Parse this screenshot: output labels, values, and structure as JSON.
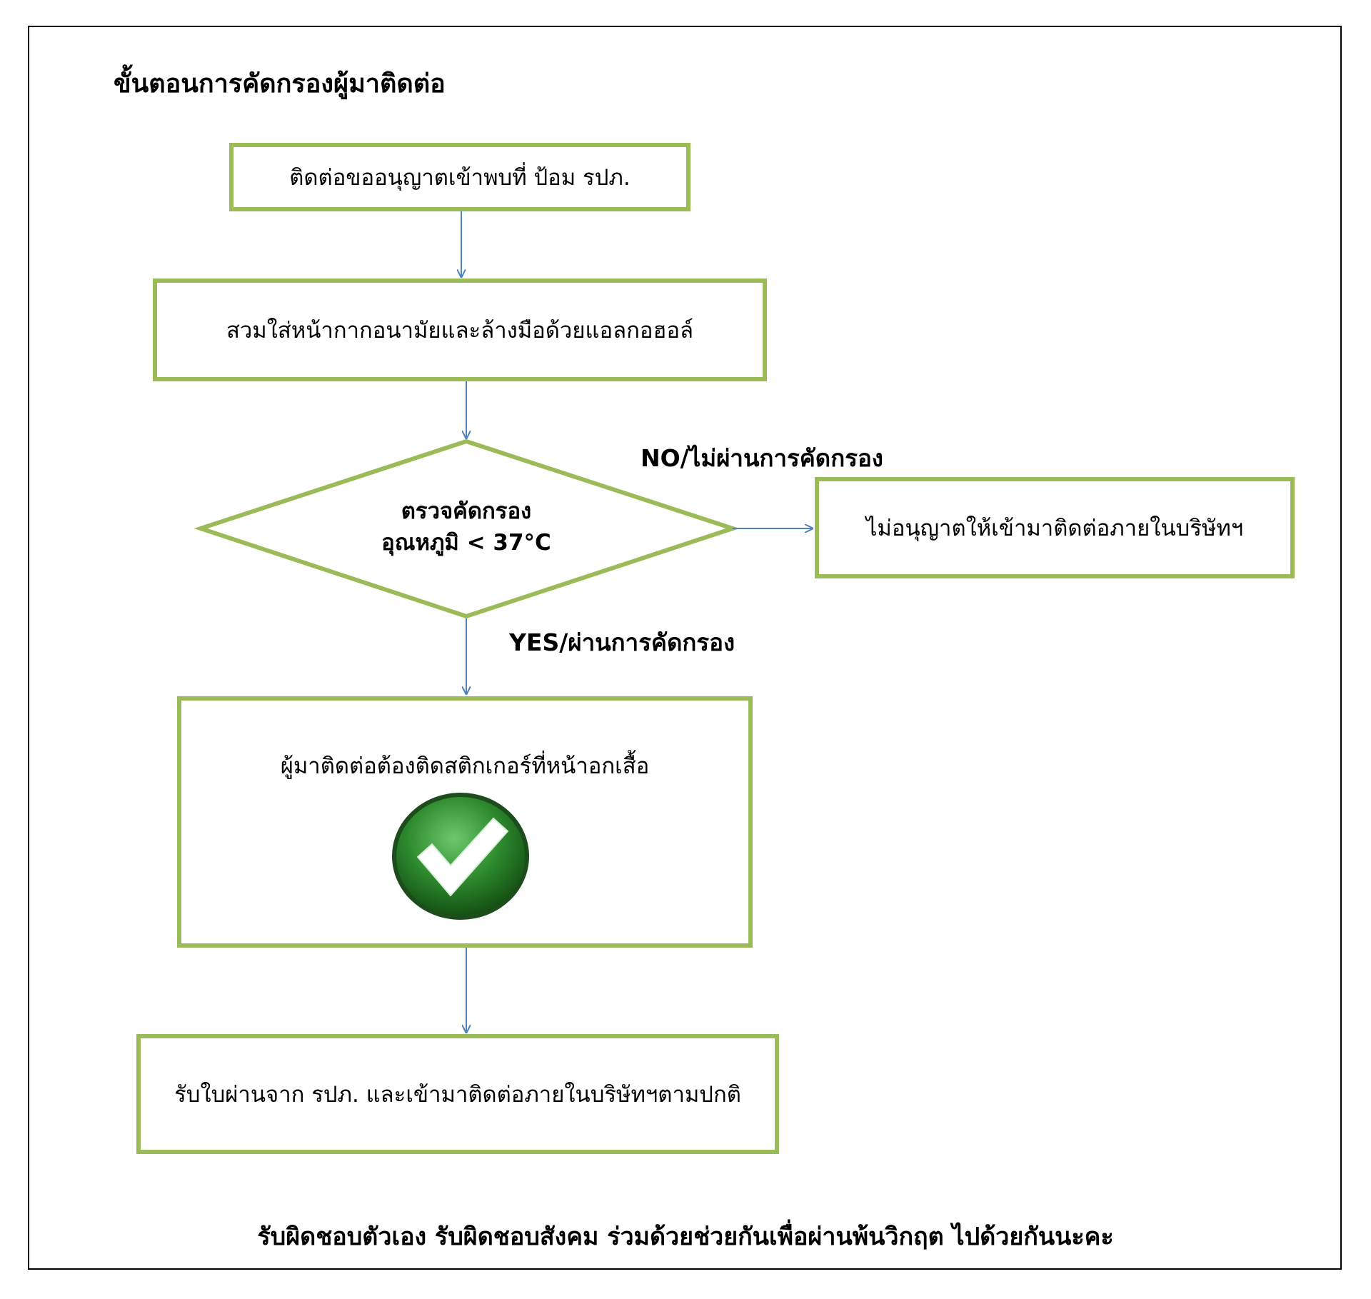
{
  "title": "ขั้นตอนการคัดกรองผู้มาติดต่อ",
  "steps": {
    "step1": "ติดต่อขออนุญาตเข้าพบที่ ป้อม รปภ.",
    "step2": "สวมใส่หน้ากากอนามัยและล้างมือด้วยแอลกอฮอล์",
    "decision_line1": "ตรวจคัดกรอง",
    "decision_line2": "อุณหภูมิ < 37°C",
    "no_result": "ไม่อนุญาตให้เข้ามาติดต่อภายในบริษัทฯ",
    "sticker": "ผู้มาติดต่อต้องติดสติกเกอร์ที่หน้าอกเสื้อ",
    "final": "รับใบผ่านจาก รปภ. และเข้ามาติดต่อภายในบริษัทฯตามปกติ"
  },
  "branches": {
    "no_label": "NO/ไม่ผ่านการคัดกรอง",
    "yes_label": "YES/ผ่านการคัดกรอง"
  },
  "footer": "รับผิดชอบตัวเอง รับผิดชอบสังคม ร่วมด้วยช่วยกันเพื่อผ่านพ้นวิกฤต ไปด้วยกันนะคะ",
  "icons": {
    "checkmark": "check-circle-icon"
  },
  "colors": {
    "box_border": "#9bbb59",
    "arrow": "#4f81bd",
    "check_green": "#2e8b2e"
  }
}
